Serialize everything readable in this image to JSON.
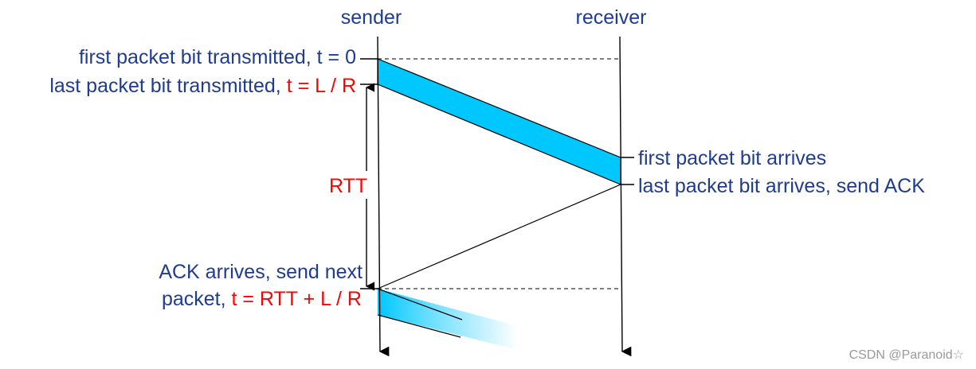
{
  "lifelines": {
    "sender": "sender",
    "receiver": "receiver"
  },
  "events": {
    "first_transmitted": {
      "text": "first packet bit transmitted, t = 0"
    },
    "last_transmitted": {
      "text": "last packet bit transmitted, ",
      "time": "t = L / R"
    },
    "first_arrives": {
      "text": "first packet bit arrives"
    },
    "last_arrives": {
      "text": "last packet bit arrives, send ACK"
    },
    "ack_arrives": {
      "line1": "ACK arrives, send next",
      "line2": "packet, ",
      "time": "t = RTT + L / R"
    }
  },
  "rtt_label": "RTT",
  "watermark": "CSDN @Paranoid☆",
  "colors": {
    "text_blue": "#1f3c8f",
    "highlight_red": "#ff0000",
    "packet_fill": "#00c8ff"
  }
}
